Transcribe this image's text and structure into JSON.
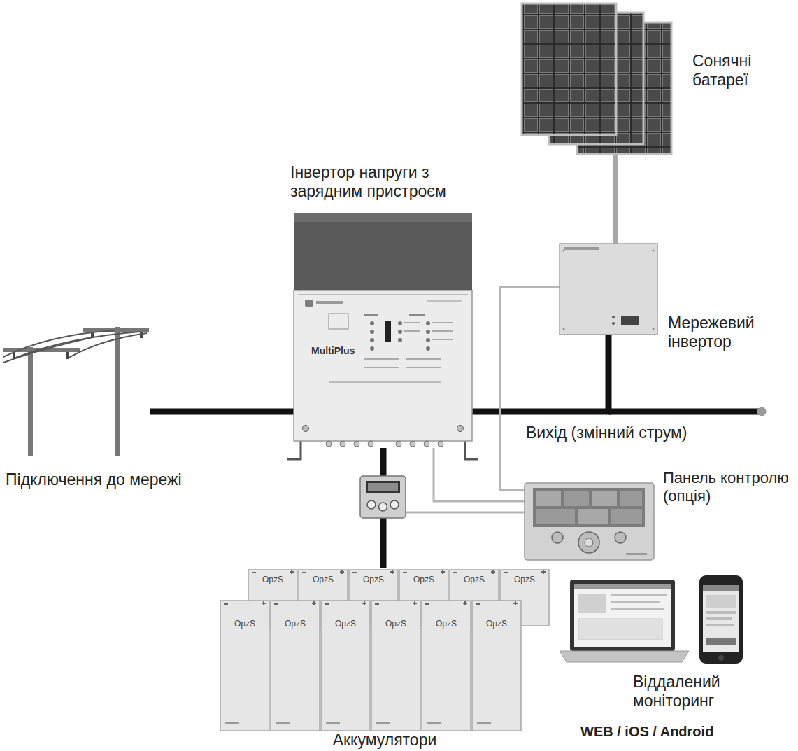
{
  "diagram": {
    "nodes": [
      {
        "text": [
          "Сонячні батареї"
        ]
      },
      {
        "text": [
          "Інвертор напруги з зарядним пристроєм",
          "MultiPlus"
        ]
      },
      {
        "text": [
          "Мережевий інвертор"
        ]
      },
      {
        "text": [
          "Підключення до мережі"
        ]
      },
      {
        "text": [
          "Панель контролю (опція)"
        ]
      },
      {
        "text": [
          "Аккумулятори",
          "OpzS",
          "OpzS",
          "OpzS",
          "OpzS",
          "OpzS",
          "OpzS",
          "OpzS",
          "OpzS",
          "OpzS",
          "OpzS",
          "OpzS",
          "OpzS"
        ]
      },
      {
        "text": [
          "Віддалений моніторинг",
          "WEB / iOS / Android"
        ]
      }
    ],
    "edges": [
      {
        "from": 3,
        "to": 1,
        "arrow": "none"
      },
      {
        "from": 0,
        "to": 2,
        "arrow": "none"
      },
      {
        "from": 2,
        "to": 1,
        "arrow": "none"
      },
      {
        "from": 1,
        "to": 5,
        "arrow": "none"
      },
      {
        "from": 4,
        "to": 1,
        "arrow": "none"
      },
      {
        "from": 4,
        "to": 2,
        "arrow": "none"
      }
    ],
    "labels": [
      "Вихід (змінний струм)"
    ]
  }
}
